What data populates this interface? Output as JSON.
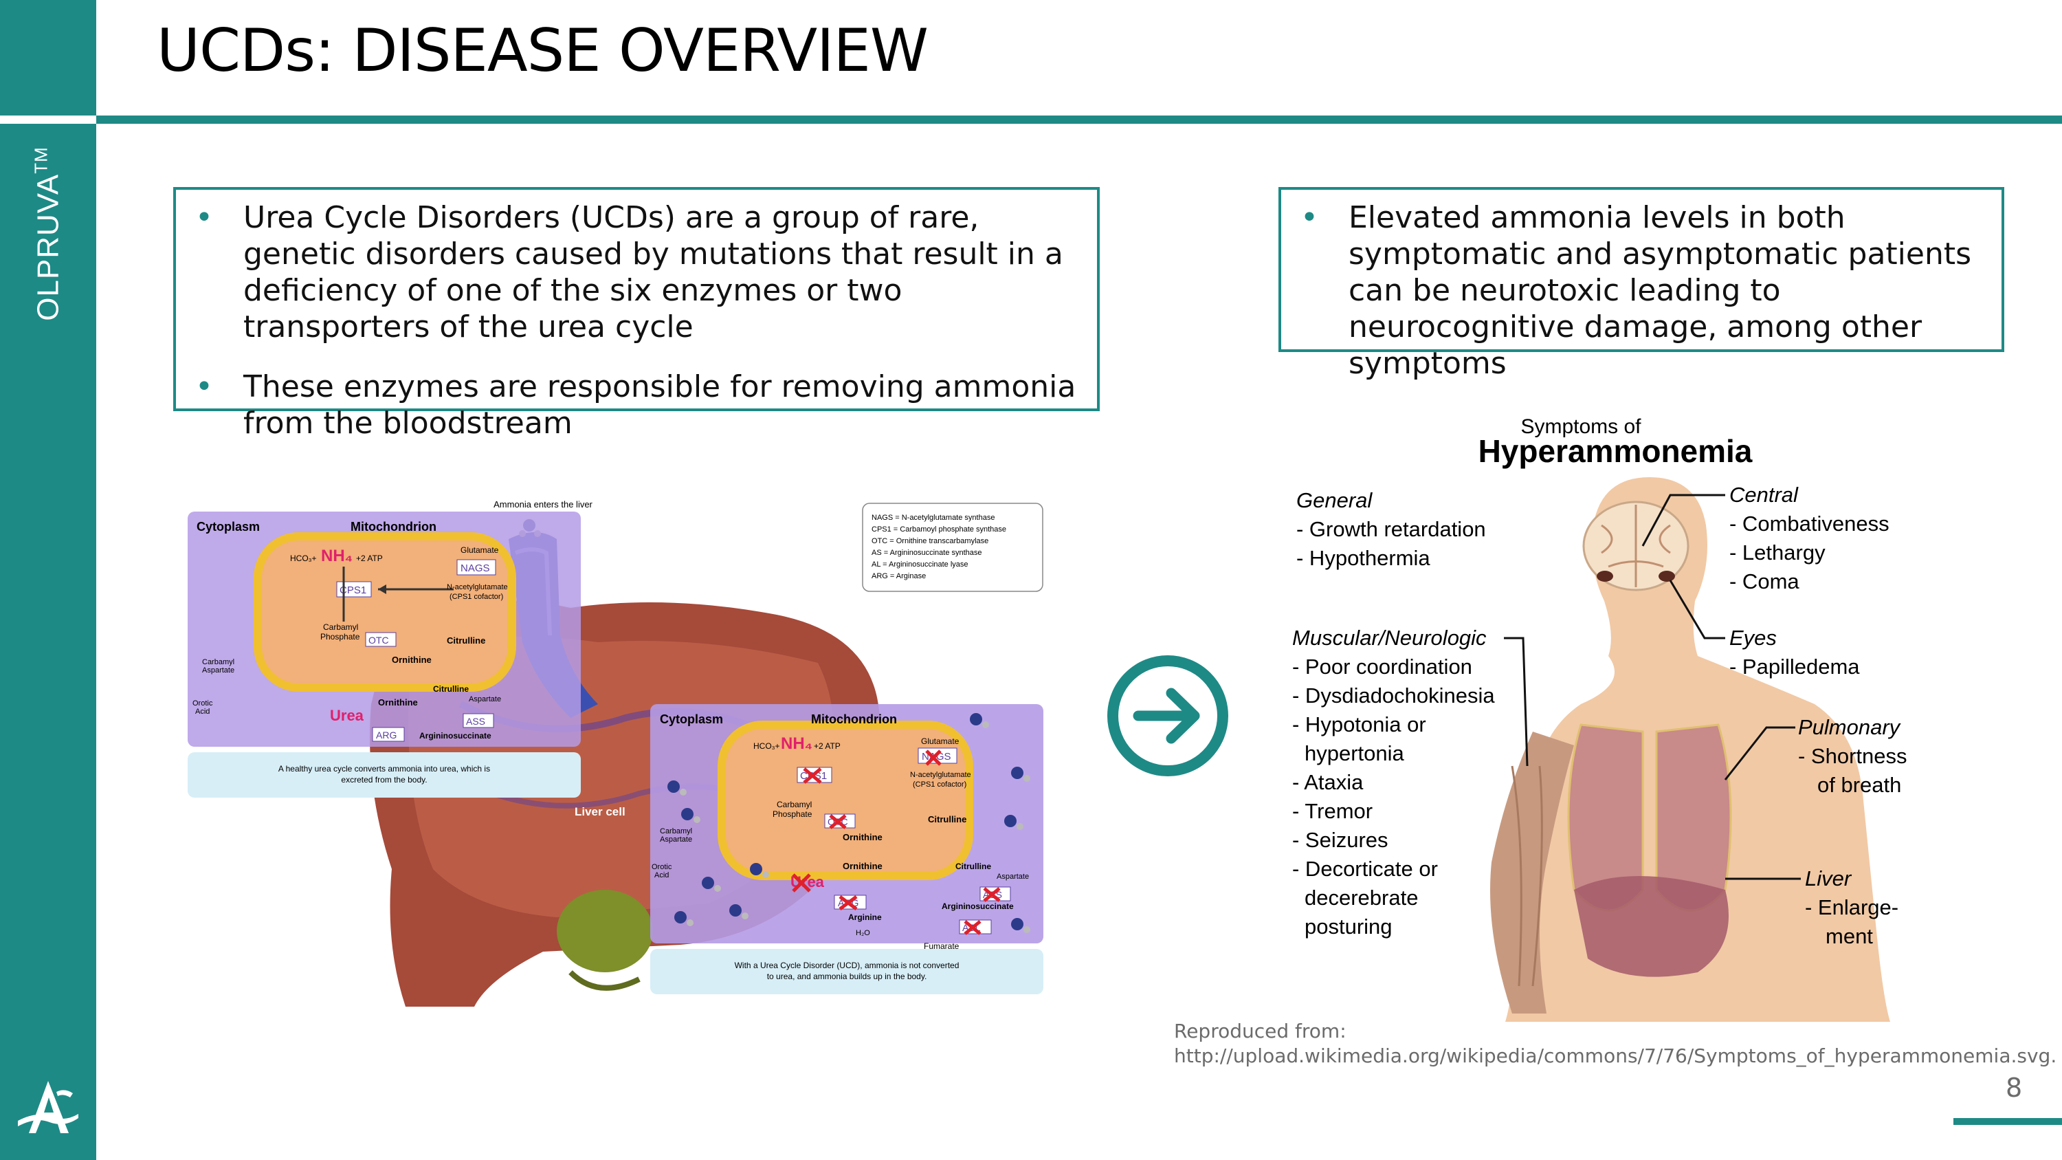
{
  "brand": {
    "name": "OLPRUVA",
    "mark": "TM"
  },
  "header": {
    "title": "UCDs: DISEASE OVERVIEW"
  },
  "left_box": {
    "bullets": [
      "Urea Cycle Disorders (UCDs) are a group of rare, genetic disorders caused by mutations that result in a deficiency of one of the six enzymes or two transporters of the urea cycle",
      "These enzymes are responsible for removing ammonia from the bloodstream"
    ]
  },
  "right_box": {
    "bullets": [
      "Elevated ammonia levels in both symptomatic and asymptomatic patients can be neurotoxic leading to neurocognitive damage, among other symptoms"
    ]
  },
  "liver_figure": {
    "ammonia_label": "Ammonia enters the liver",
    "legend": [
      "NAGS = N-acetylglutamate synthase",
      "CPS1 = Carbamoyl phosphate synthase",
      "OTC = Ornithine transcarbamylase",
      "AS = Argininosuccinate synthase",
      "AL = Argininosuccinate lyase",
      "ARG = Arginase"
    ],
    "cytoplasm": "Cytoplasm",
    "mitochondrion": "Mitochondrion",
    "glutamate": "Glutamate",
    "nags": "NAGS",
    "cps1": "CPS1",
    "cofactor": "N-acetylglutamate",
    "cofactor2": "(CPS1 cofactor)",
    "hco3": "HCO₃+",
    "nh4": "NH₄",
    "atp": "+2 ATP",
    "carbamyl": "Carbamyl",
    "phosphate": "Phosphate",
    "otc": "OTC",
    "ornithine": "Ornithine",
    "citrulline": "Citrulline",
    "carbamyl_aspartate": "Carbamyl",
    "aspartate_label": "Aspartate",
    "orotic": "Orotic",
    "acid": "Acid",
    "urea": "Urea",
    "arg": "ARG",
    "arginine": "Arginine",
    "h2o": "H₂O",
    "aspartate": "Aspartate",
    "ass": "ASS",
    "argininosuccinate": "Argininosuccinate",
    "asl": "ASL",
    "fumarate": "Fumarate",
    "healthy_caption_1": "A healthy urea cycle converts ammonia into urea, which is",
    "healthy_caption_2": "excreted from the body.",
    "liver_cell": "Liver cell",
    "ucd_caption_1": "With a Urea Cycle Disorder (UCD), ammonia is not converted",
    "ucd_caption_2": "to urea, and ammonia builds up in the body."
  },
  "body_figure": {
    "title_small": "Symptoms of",
    "title_big": "Hyperammonemia",
    "general": {
      "heading": "General",
      "items": [
        "- Growth retardation",
        "- Hypothermia"
      ]
    },
    "central": {
      "heading": "Central",
      "items": [
        "- Combativeness",
        "- Lethargy",
        "- Coma"
      ]
    },
    "eyes": {
      "heading": "Eyes",
      "items": [
        "- Papilledema"
      ]
    },
    "muscular": {
      "heading": "Muscular/Neurologic",
      "items": [
        "- Poor coordination",
        "- Dysdiadochokinesia",
        "- Hypotonia or",
        "hypertonia",
        "- Ataxia",
        "- Tremor",
        "- Seizures",
        "- Decorticate or",
        "decerebrate",
        "posturing"
      ]
    },
    "pulmonary": {
      "heading": "Pulmonary",
      "items": [
        "- Shortness",
        "of breath"
      ]
    },
    "liver": {
      "heading": "Liver",
      "items": [
        "- Enlarge-",
        "ment"
      ]
    }
  },
  "credit": {
    "line1": "Reproduced from:",
    "line2": "http://upload.wikimedia.org/wikipedia/commons/7/76/Symptoms_of_hyperammonemia.svg."
  },
  "page_number": "8",
  "colors": {
    "teal": "#1e8a86",
    "purple": "#b49be6",
    "urea_red": "#e0206b"
  }
}
